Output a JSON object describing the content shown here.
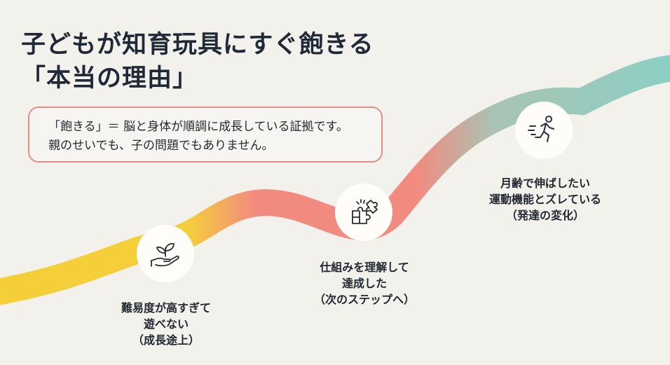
{
  "title": {
    "line1": "子どもが知育玩具にすぐ飽きる",
    "line2": "「本当の理由」"
  },
  "callout": {
    "line1": "「飽きる」＝ 脳と身体が順調に成長している証拠です。",
    "line2": "親のせいでも、子の問題でもありません。"
  },
  "stages": [
    {
      "icon": "sprout-in-hand-icon",
      "lines": [
        "難易度が高すぎて",
        "遊べない",
        "（成長途上）"
      ]
    },
    {
      "icon": "puzzle-pieces-icon",
      "lines": [
        "仕組みを理解して",
        "達成した",
        "（次のステップへ）"
      ]
    },
    {
      "icon": "running-person-icon",
      "lines": [
        "月齢で伸ばしたい",
        "運動機能とズレている",
        "（発達の変化）"
      ]
    }
  ],
  "colors": {
    "ribbon_start": "#f5cf3a",
    "ribbon_middle": "#f28b7f",
    "ribbon_end": "#8ccfc4",
    "callout_border": "#e98c86",
    "background": "#f3f1ec"
  }
}
